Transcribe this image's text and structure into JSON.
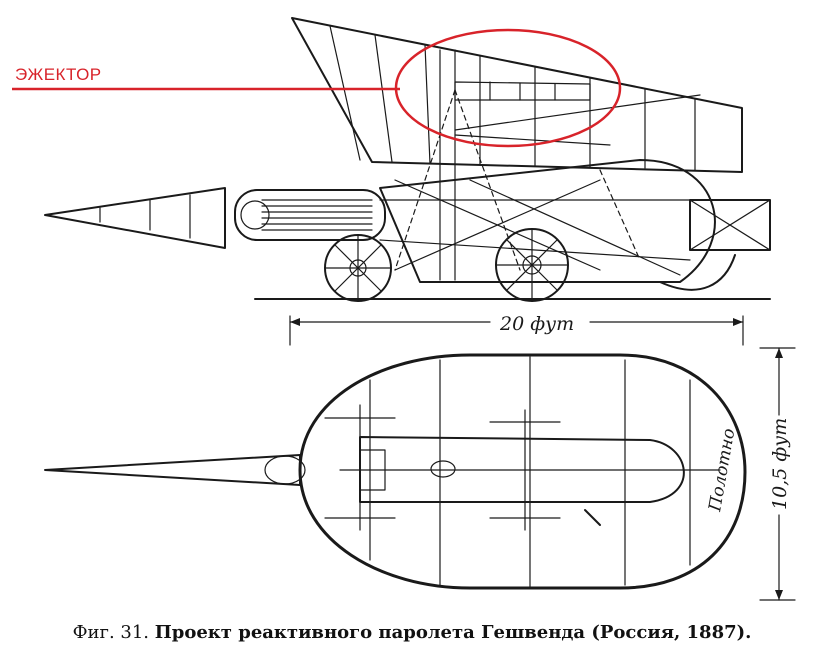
{
  "callout": {
    "label": "ЭЖЕКТОР",
    "color": "#d8232a"
  },
  "dimensions": {
    "length": "20 фут",
    "width": "10,5 фут"
  },
  "labels": {
    "cloth": "Полотно"
  },
  "caption": {
    "prefix": "Фиг. 31.",
    "text": "Проект реактивного паролета Гешвенда (Россия, 1887)."
  }
}
